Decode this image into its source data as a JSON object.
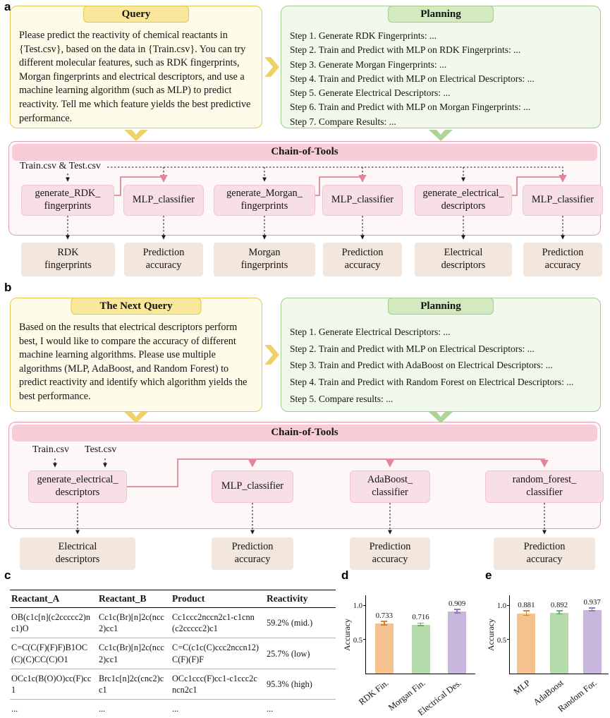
{
  "labels": {
    "a": "a",
    "b": "b",
    "c": "c",
    "d": "d",
    "e": "e"
  },
  "panel_a": {
    "query": {
      "title": "Query",
      "body": "Please predict the reactivity of chemical reactants in {Test.csv}, based on the data in {Train.csv}. You can try different molecular features, such as RDK fingerprints, Morgan fingerprints and electrical descriptors, and use a machine learning algorithm (such as MLP) to predict reactivity. Tell me which feature yields the best predictive performance."
    },
    "planning": {
      "title": "Planning",
      "steps": [
        "Step 1. Generate RDK Fingerprints: ...",
        "Step 2. Train and Predict with MLP on RDK Fingerprints: ...",
        "Step 3. Generate Morgan Fingerprints: ...",
        "Step 4. Train and Predict with MLP on Electrical Descriptors: ...",
        "Step 5. Generate Electrical Descriptors: ...",
        "Step 6. Train and Predict with MLP on Morgan Fingerprints: ...",
        "Step 7. Compare Results: ..."
      ]
    },
    "chain": {
      "title": "Chain-of-Tools",
      "input_label": "Train.csv & Test.csv",
      "tools": [
        "generate_RDK_\nfingerprints",
        "MLP_classifier",
        "generate_Morgan_\nfingerprints",
        "MLP_classifier",
        "generate_electrical_\ndescriptors",
        "MLP_classifier"
      ],
      "outputs": [
        "RDK\nfingerprints",
        "Prediction\naccuracy",
        "Morgan\nfingerprints",
        "Prediction\naccuracy",
        "Electrical\ndescriptors",
        "Prediction\naccuracy"
      ]
    }
  },
  "panel_b": {
    "query": {
      "title": "The Next Query",
      "body": "Based on the results that electrical descriptors perform best, I would like to compare the accuracy of different machine learning algorithms. Please use multiple algorithms (MLP, AdaBoost, and Random Forest) to predict reactivity and identify which algorithm yields the best performance."
    },
    "planning": {
      "title": "Planning",
      "steps": [
        "Step 1. Generate Electrical Descriptors: ...",
        "Step 2. Train and Predict with MLP on Electrical Descriptors: ...",
        "Step 3. Train and Predict with AdaBoost on Electrical Descriptors: ...",
        "Step 4. Train and Predict with Random Forest on Electrical Descriptors: ...",
        "Step 5. Compare results: ..."
      ]
    },
    "chain": {
      "title": "Chain-of-Tools",
      "inputs": [
        "Train.csv",
        "Test.csv"
      ],
      "tools": [
        "generate_electrical_\ndescriptors",
        "MLP_classifier",
        "AdaBoost_\nclassifier",
        "random_forest_\nclassifier"
      ],
      "outputs": [
        "Electrical\ndescriptors",
        "Prediction\naccuracy",
        "Prediction\naccuracy",
        "Prediction\naccuracy"
      ]
    }
  },
  "table": {
    "headers": [
      "Reactant_A",
      "Reactant_B",
      "Product",
      "Reactivity"
    ],
    "rows": [
      [
        "OB(c1c[n](c2ccccc2)nc1)O",
        "Cc1c(Br)[n]2c(ncc2)cc1",
        "Cc1ccc2nccn2c1-c1cnn(c2ccccc2)c1",
        "59.2% (mid.)"
      ],
      [
        "C=C(C(F)(F)F)B1OC(C)(C)CC(C)O1",
        "Cc1c(Br)[n]2c(ncc2)cc1",
        "C=C(c1c(C)ccc2nccn12)C(F)(F)F",
        "25.7% (low)"
      ],
      [
        "OCc1c(B(O)O)cc(F)cc1",
        "Brc1c[n]2c(cnc2)cc1",
        "OCc1ccc(F)cc1-c1ccc2cncn2c1",
        "95.3% (high)"
      ],
      [
        "...",
        "...",
        "...",
        "..."
      ]
    ]
  },
  "chart_data": [
    {
      "type": "bar",
      "categories": [
        "RDK Fin.",
        "Morgan Fin.",
        "Electrical Des."
      ],
      "values": [
        0.733,
        0.716,
        0.909
      ],
      "errors": [
        0.025,
        0.02,
        0.025
      ],
      "value_labels": [
        "0.733",
        "0.716",
        "0.909"
      ],
      "title": "",
      "xlabel": "",
      "ylabel": "Accuracy",
      "yticks": [
        0.5,
        1.0
      ],
      "ylim": [
        0,
        1.15
      ],
      "grid": false,
      "bar_colors": [
        "#F4C28E",
        "#B5DBAD",
        "#C7B6DC"
      ],
      "error_colors": [
        "#C9883F",
        "#6FAE68",
        "#967BB6"
      ]
    },
    {
      "type": "bar",
      "categories": [
        "MLP",
        "AdaBoost",
        "Random For."
      ],
      "values": [
        0.881,
        0.892,
        0.937
      ],
      "errors": [
        0.035,
        0.025,
        0.02
      ],
      "value_labels": [
        "0.881",
        "0.892",
        "0.937"
      ],
      "title": "",
      "xlabel": "",
      "ylabel": "Accuracy",
      "yticks": [
        0.5,
        1.0
      ],
      "ylim": [
        0,
        1.15
      ],
      "grid": false,
      "bar_colors": [
        "#F4C28E",
        "#B5DBAD",
        "#C7B6DC"
      ],
      "error_colors": [
        "#C9883F",
        "#6FAE68",
        "#967BB6"
      ]
    }
  ]
}
